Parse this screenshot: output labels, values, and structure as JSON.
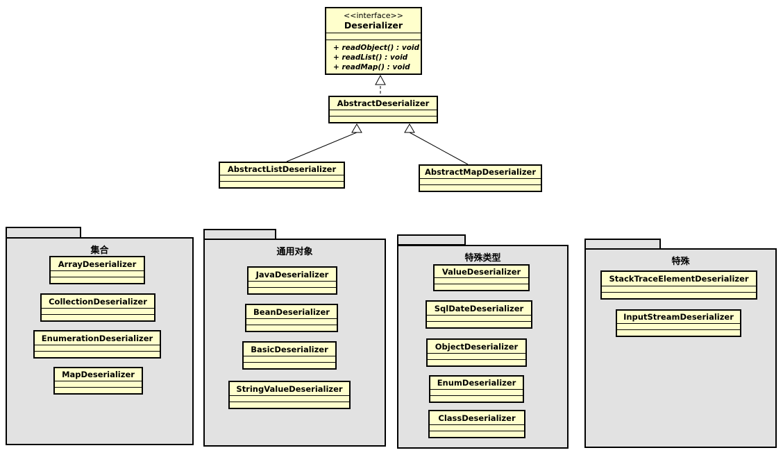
{
  "diagram": {
    "interface": {
      "stereotype": "<<interface>>",
      "name": "Deserializer",
      "methods": [
        "+ readObject() : void",
        "+ readList() : void",
        "+ readMap() : void"
      ]
    },
    "abstract_class": {
      "name": "AbstractDeserializer"
    },
    "subclasses": [
      {
        "name": "AbstractListDeserializer"
      },
      {
        "name": "AbstractMapDeserializer"
      }
    ],
    "relationships": [
      {
        "type": "realization",
        "from": "AbstractDeserializer",
        "to": "Deserializer"
      },
      {
        "type": "generalization",
        "from": "AbstractListDeserializer",
        "to": "AbstractDeserializer"
      },
      {
        "type": "generalization",
        "from": "AbstractMapDeserializer",
        "to": "AbstractDeserializer"
      }
    ],
    "packages": [
      {
        "label": "集合",
        "classes": [
          "ArrayDeserializer",
          "CollectionDeserializer",
          "EnumerationDeserializer",
          "MapDeserializer"
        ]
      },
      {
        "label": "通用对象",
        "classes": [
          "JavaDeserializer",
          "BeanDeserializer",
          "BasicDeserializer",
          "StringValueDeserializer"
        ]
      },
      {
        "label": "特殊类型",
        "classes": [
          "ValueDeserializer",
          "SqlDateDeserializer",
          "ObjectDeserializer",
          "EnumDeserializer",
          "ClassDeserializer"
        ]
      },
      {
        "label": "特殊",
        "classes": [
          "StackTraceElementDeserializer",
          "InputStreamDeserializer"
        ]
      }
    ],
    "colors": {
      "class_fill": "#FFFFCC",
      "package_fill": "#E2E2E2",
      "border": "#000000",
      "background": "#FFFFFF"
    }
  }
}
